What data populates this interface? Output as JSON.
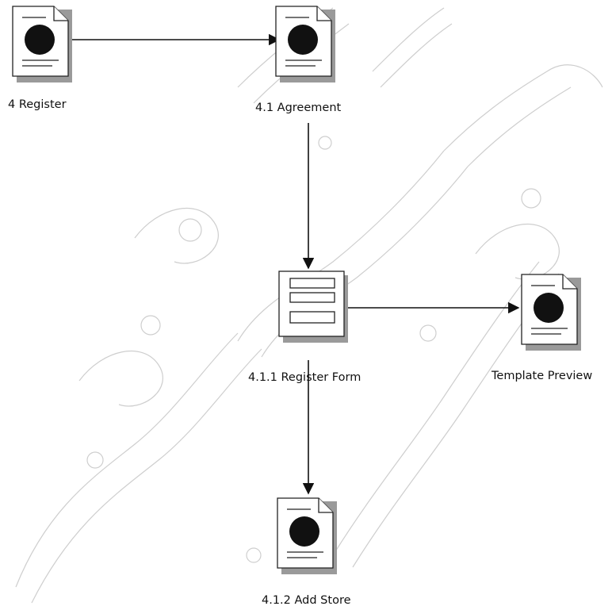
{
  "diagram": {
    "nodes": [
      {
        "id": "register",
        "label": "4 Register",
        "icon": "document-icon"
      },
      {
        "id": "agreement",
        "label": "4.1 Agreement",
        "icon": "document-icon"
      },
      {
        "id": "register_form",
        "label": "4.1.1 Register Form",
        "icon": "form-icon"
      },
      {
        "id": "template_preview",
        "label": "Template Preview",
        "icon": "document-icon"
      },
      {
        "id": "add_store",
        "label": "4.1.2 Add Store",
        "icon": "document-icon"
      }
    ],
    "edges": [
      {
        "from": "register",
        "to": "agreement"
      },
      {
        "from": "agreement",
        "to": "register_form"
      },
      {
        "from": "register_form",
        "to": "template_preview"
      },
      {
        "from": "register_form",
        "to": "add_store"
      }
    ]
  },
  "colors": {
    "background": "#ffffff",
    "ink": "#111111",
    "watermark": "#c9c9c9"
  }
}
